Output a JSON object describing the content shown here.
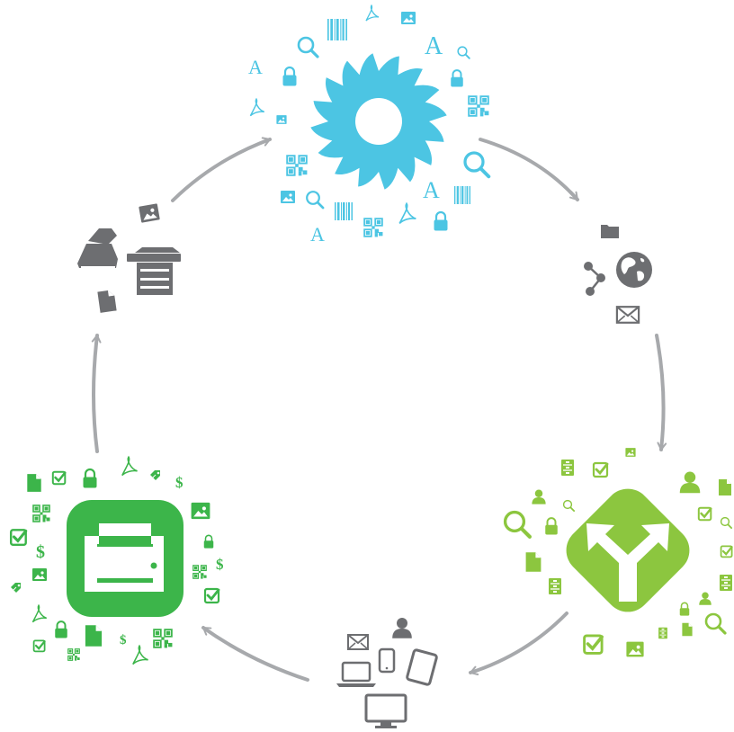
{
  "colors": {
    "blue": "#4cc5e3",
    "gray": "#6d6e71",
    "arrow": "#a7a9ac",
    "green_light": "#8cc63f",
    "green_dark": "#3cb54a",
    "white": "#ffffff"
  },
  "nodes": [
    {
      "id": "capture",
      "icon": "saw-blade-icon",
      "color": "blue"
    },
    {
      "id": "delivery",
      "icon": "share-globe-icon",
      "color": "gray"
    },
    {
      "id": "routing",
      "icon": "split-arrows-icon",
      "color": "green_light"
    },
    {
      "id": "devices",
      "icon": "devices-icon",
      "color": "gray"
    },
    {
      "id": "print",
      "icon": "printer-icon",
      "color": "green_dark"
    },
    {
      "id": "scan",
      "icon": "scanner-icon",
      "color": "gray"
    }
  ],
  "glyphs": {
    "letter_a": "A",
    "dollar": "$"
  }
}
